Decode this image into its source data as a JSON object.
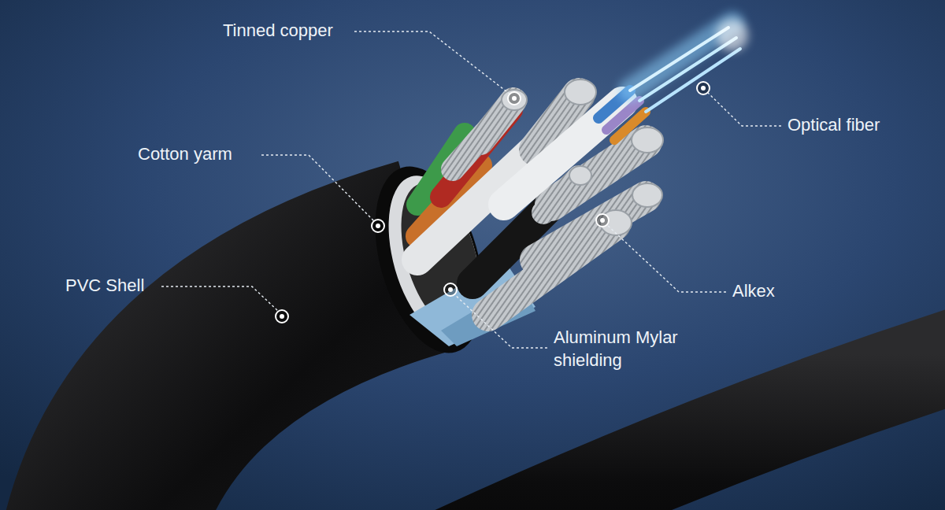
{
  "diagram": {
    "labels": [
      "Tinned copper",
      "Cotton yarm",
      "PVC Shell",
      "Optical fiber",
      "Alkex",
      "Aluminum Mylar shielding"
    ]
  }
}
